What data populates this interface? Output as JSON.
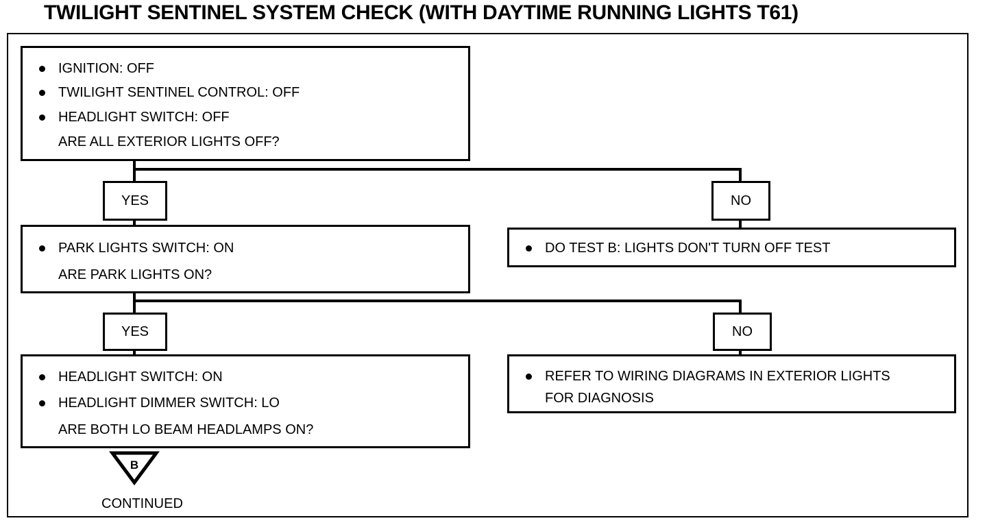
{
  "title": "TWILIGHT SENTINEL SYSTEM CHECK (WITH DAYTIME RUNNING LIGHTS T61)",
  "step1": {
    "bullets": [
      "IGNITION: OFF",
      "TWILIGHT SENTINEL CONTROL: OFF",
      "HEADLIGHT SWITCH: OFF"
    ],
    "question": "ARE ALL EXTERIOR LIGHTS OFF?"
  },
  "branch1": {
    "yes": "YES",
    "no": "NO"
  },
  "step2": {
    "bullets": [
      "PARK LIGHTS SWITCH: ON"
    ],
    "question": "ARE PARK LIGHTS ON?"
  },
  "no1_action": {
    "bullets": [
      "DO TEST B: LIGHTS DON'T TURN OFF TEST"
    ]
  },
  "branch2": {
    "yes": "YES",
    "no": "NO"
  },
  "step3": {
    "bullets": [
      "HEADLIGHT SWITCH: ON",
      "HEADLIGHT DIMMER SWITCH: LO"
    ],
    "question": "ARE BOTH LO BEAM HEADLAMPS ON?"
  },
  "no2_action": {
    "line1": "REFER TO WIRING DIAGRAMS IN EXTERIOR LIGHTS",
    "line2": "FOR DIAGNOSIS"
  },
  "connector": {
    "letter": "B",
    "caption": "CONTINUED"
  }
}
